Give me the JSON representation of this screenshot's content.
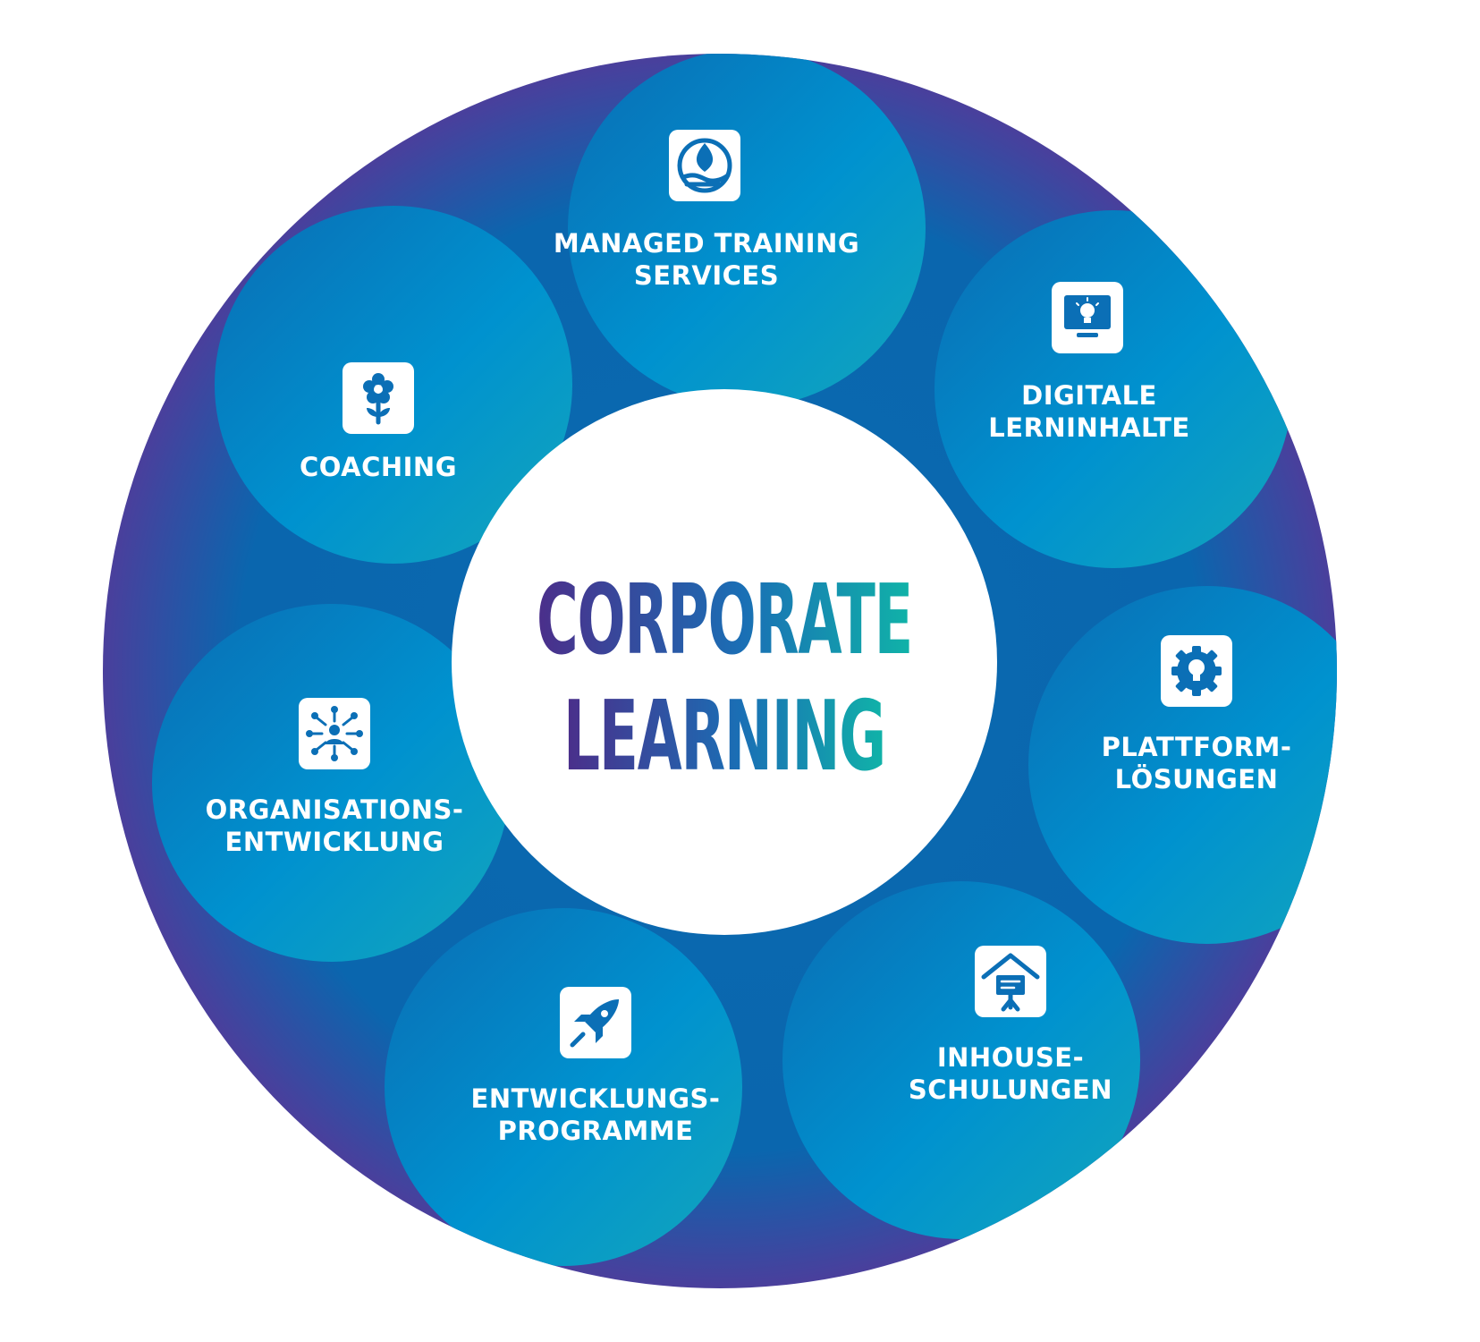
{
  "center": {
    "line1": "CORPORATE",
    "line2": "LEARNING"
  },
  "colors": {
    "ring_dark": "#4a3f9c",
    "ring_mid": "#0b6ab0",
    "petal_light": "#0098d4",
    "petal_teal": "#12a9b8",
    "text_purple": "#4b2e8a",
    "text_teal": "#10b3a8",
    "icon_blue": "#0b6fb6"
  },
  "segments": [
    {
      "line1": "MANAGED TRAINING",
      "line2": "SERVICES",
      "icon": "plant-hand-icon"
    },
    {
      "line1": "DIGITALE",
      "line2": "LERNINHALTE",
      "icon": "monitor-lightbulb-icon"
    },
    {
      "line1": "PLATTFORM-",
      "line2": "LÖSUNGEN",
      "icon": "gear-lightbulb-icon"
    },
    {
      "line1": "INHOUSE-",
      "line2": "SCHULUNGEN",
      "icon": "presentation-board-icon"
    },
    {
      "line1": "ENTWICKLUNGS-",
      "line2": "PROGRAMME",
      "icon": "rocket-icon"
    },
    {
      "line1": "ORGANISATIONS-",
      "line2": "ENTWICKLUNG",
      "icon": "network-people-icon"
    },
    {
      "line1": "COACHING",
      "line2": "",
      "icon": "flower-icon"
    }
  ]
}
